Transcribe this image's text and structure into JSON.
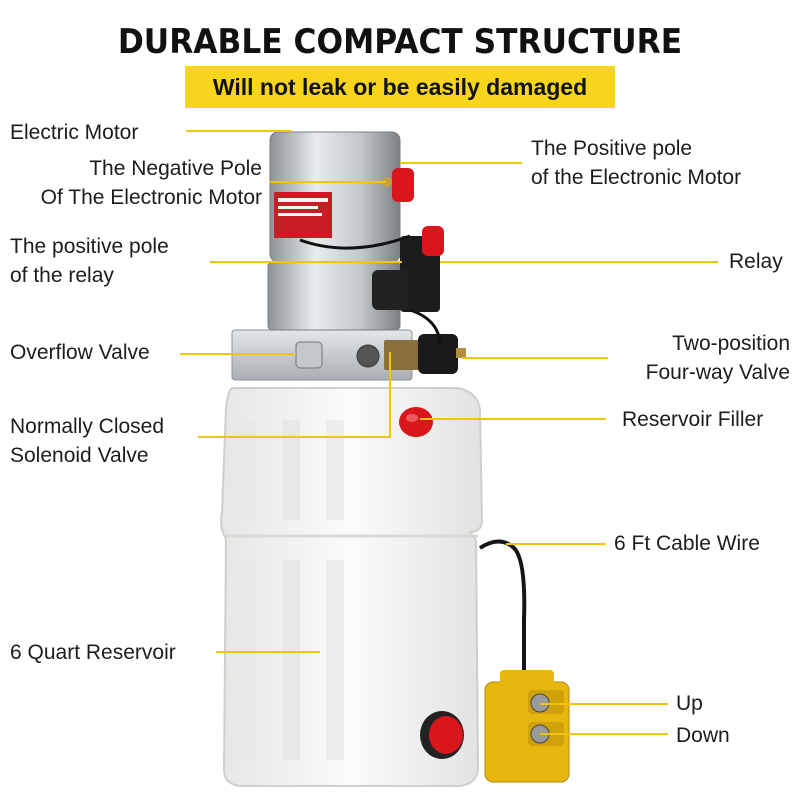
{
  "header": {
    "title": "DURABLE COMPACT STRUCTURE",
    "banner": "Will not leak or be easily damaged"
  },
  "labels": {
    "electric_motor": "Electric Motor",
    "negative_pole": [
      "The Negative Pole",
      "Of The Electronic Motor"
    ],
    "positive_pole_motor": [
      "The Positive pole",
      "of the Electronic Motor"
    ],
    "positive_pole_relay": [
      "The positive pole",
      "of the relay"
    ],
    "relay": "Relay",
    "overflow_valve": "Overflow Valve",
    "two_position_valve": [
      "Two-position",
      "Four-way Valve"
    ],
    "normally_closed_valve": [
      "Normally Closed",
      "Solenoid Valve"
    ],
    "reservoir_filler": "Reservoir Filler",
    "cable_wire": "6 Ft Cable Wire",
    "quart_reservoir": "6 Quart Reservoir",
    "up": "Up",
    "down": "Down"
  },
  "colors": {
    "banner_yellow": "#f6d51c",
    "leader_yellow": "#f1c40f",
    "pump_red": "#d9161c",
    "reservoir_white": "#f4f4f2",
    "remote_yellow": "#e8b70f"
  }
}
